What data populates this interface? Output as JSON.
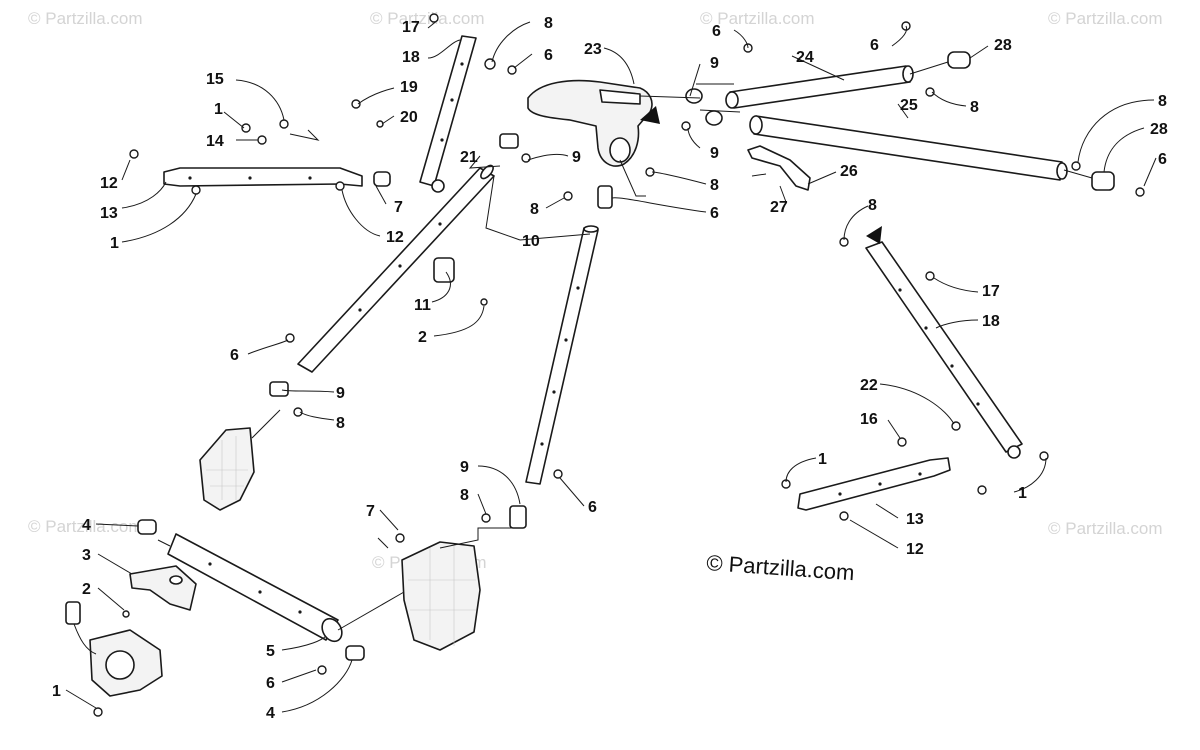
{
  "diagram": {
    "copyright": "© Partzilla.com",
    "watermark": "© Partzilla.com",
    "parts": [
      {
        "id": "mount-cross-tube",
        "callouts": [
          "5"
        ]
      },
      {
        "id": "rear-left-tube",
        "callouts": [
          "10"
        ]
      },
      {
        "id": "rear-center-tube",
        "callouts": [
          "10"
        ]
      },
      {
        "id": "upper-center-casting",
        "callouts": [
          "23"
        ]
      },
      {
        "id": "upper-tube-a",
        "callouts": [
          "24"
        ]
      },
      {
        "id": "upper-tube-b",
        "callouts": [
          "25"
        ]
      },
      {
        "id": "right-diagonal-brace",
        "callouts": [
          "18"
        ]
      },
      {
        "id": "left-vertical-brace",
        "callouts": [
          "18"
        ]
      },
      {
        "id": "left-cross-brace",
        "callouts": [
          "13"
        ]
      },
      {
        "id": "right-cross-brace",
        "callouts": [
          "13"
        ]
      },
      {
        "id": "lower-left-bracket",
        "callouts": [
          "3"
        ]
      },
      {
        "id": "center-bracket",
        "callouts": [
          "26"
        ]
      }
    ],
    "callouts": [
      {
        "label": "17"
      },
      {
        "label": "8"
      },
      {
        "label": "18"
      },
      {
        "label": "6"
      },
      {
        "label": "23"
      },
      {
        "label": "19"
      },
      {
        "label": "20"
      },
      {
        "label": "15"
      },
      {
        "label": "1"
      },
      {
        "label": "14"
      },
      {
        "label": "12"
      },
      {
        "label": "13"
      },
      {
        "label": "1"
      },
      {
        "label": "7"
      },
      {
        "label": "12"
      },
      {
        "label": "21"
      },
      {
        "label": "9"
      },
      {
        "label": "8"
      },
      {
        "label": "10"
      },
      {
        "label": "11"
      },
      {
        "label": "2"
      },
      {
        "label": "6"
      },
      {
        "label": "9"
      },
      {
        "label": "8"
      },
      {
        "label": "6"
      },
      {
        "label": "9"
      },
      {
        "label": "9"
      },
      {
        "label": "8"
      },
      {
        "label": "6"
      },
      {
        "label": "24"
      },
      {
        "label": "25"
      },
      {
        "label": "6"
      },
      {
        "label": "28"
      },
      {
        "label": "8"
      },
      {
        "label": "8"
      },
      {
        "label": "28"
      },
      {
        "label": "6"
      },
      {
        "label": "26"
      },
      {
        "label": "27"
      },
      {
        "label": "8"
      },
      {
        "label": "17"
      },
      {
        "label": "18"
      },
      {
        "label": "22"
      },
      {
        "label": "16"
      },
      {
        "label": "1"
      },
      {
        "label": "1"
      },
      {
        "label": "13"
      },
      {
        "label": "12"
      },
      {
        "label": "9"
      },
      {
        "label": "8"
      },
      {
        "label": "6"
      },
      {
        "label": "7"
      },
      {
        "label": "4"
      },
      {
        "label": "3"
      },
      {
        "label": "2"
      },
      {
        "label": "5"
      },
      {
        "label": "6"
      },
      {
        "label": "4"
      },
      {
        "label": "1"
      }
    ]
  }
}
